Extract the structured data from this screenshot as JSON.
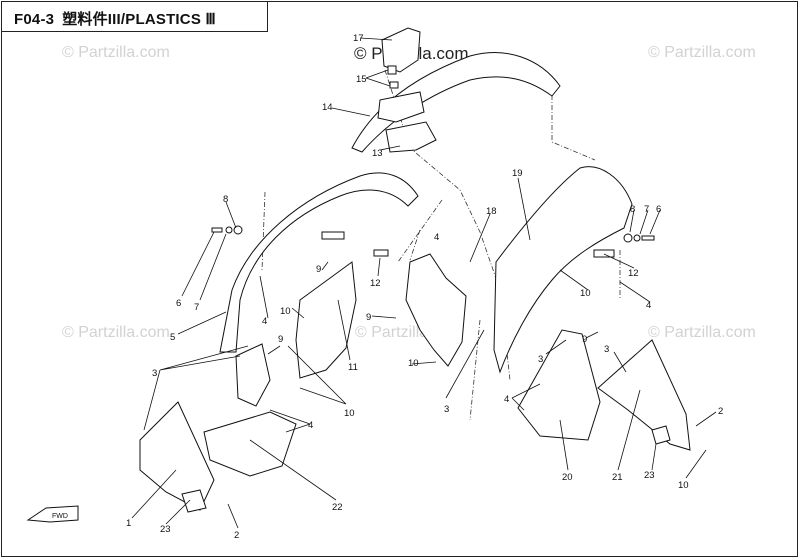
{
  "title": {
    "code": "F04-3",
    "name": "塑料件III/PLASTICS Ⅲ"
  },
  "watermark": {
    "main": "© Partzilla.com",
    "faint": "© Partzilla.com"
  },
  "fwd_label": "FWD",
  "callouts": {
    "l17": "17",
    "l15": "15",
    "l14": "14",
    "l13": "13",
    "l19": "19",
    "l18": "18",
    "l8a": "8",
    "l4a": "4",
    "l6a": "6",
    "l7a": "7",
    "l5": "5",
    "l4b": "4",
    "l9a": "9",
    "l10a": "10",
    "l12a": "12",
    "l9b": "9",
    "l9c": "9",
    "l11": "11",
    "l3a": "3",
    "l10b": "10",
    "l10c": "10",
    "l3b": "3",
    "l4c": "4",
    "l22": "22",
    "l1": "1",
    "l23a": "23",
    "l2a": "2",
    "l8b": "8",
    "l7b": "7",
    "l6b": "6",
    "l12b": "12",
    "l10d": "10",
    "l4d": "4",
    "l9d": "9",
    "l3c": "3",
    "l3d": "3",
    "l4e": "4",
    "l20": "20",
    "l21": "21",
    "l2b": "2",
    "l23b": "23",
    "l10e": "10"
  }
}
